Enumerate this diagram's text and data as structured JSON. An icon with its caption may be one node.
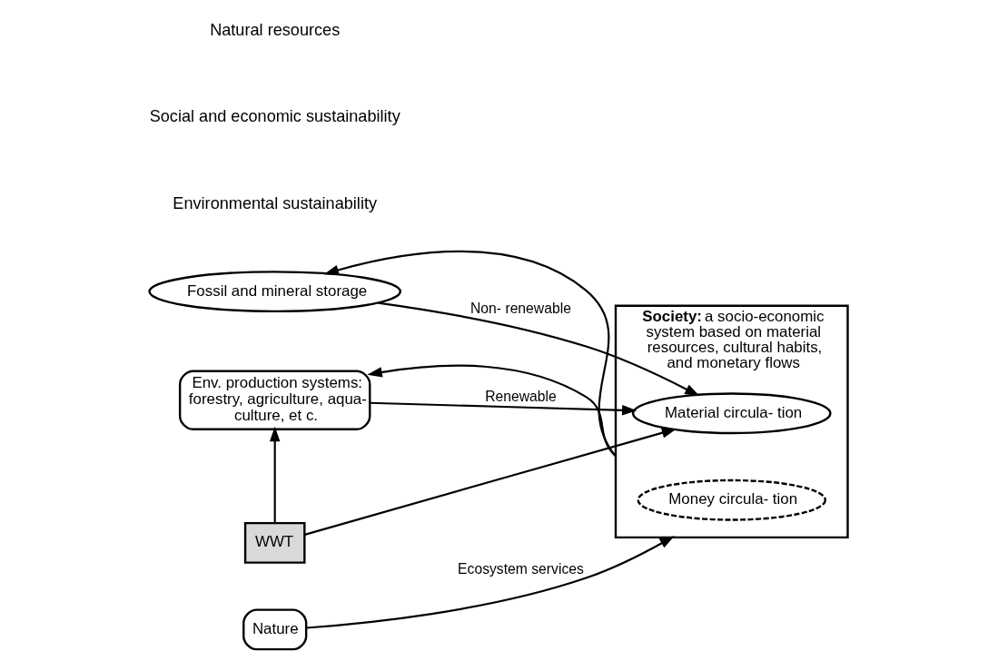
{
  "diagram": {
    "nodes": [
      {
        "text": [
          "**Society:** a socio-economic system based on material resources, cultural habits, and monetary flows"
        ]
      },
      {
        "text": [
          "Material circula- tion"
        ],
        "in": 0
      },
      {
        "text": [
          "Money circula- tion"
        ],
        "in": 0
      },
      {
        "text": [
          "Nature"
        ]
      },
      {
        "text": [
          "Fossil and mineral storage"
        ]
      },
      {
        "text": [
          "Env. production systems: forestry, agriculture, aqua- culture, et c."
        ]
      },
      {
        "text": [
          "WWT"
        ]
      }
    ],
    "edges": [
      {
        "from": 3,
        "to": 0,
        "arrow": "to",
        "label": "Ecosystem services"
      },
      {
        "from": 0,
        "to": 4,
        "arrow": "to"
      },
      {
        "from": 0,
        "to": 5,
        "arrow": "to"
      },
      {
        "from": 4,
        "to": 1,
        "arrow": "to",
        "label": "Non- renewable"
      },
      {
        "from": 5,
        "to": 1,
        "arrow": "to",
        "label": "Renewable"
      },
      {
        "from": 6,
        "to": 5,
        "arrow": "to"
      },
      {
        "from": 6,
        "to": 1,
        "arrow": "to"
      }
    ],
    "labels": [
      "Environmental sustainability",
      "Social and economic sustainability",
      "Natural resources"
    ]
  }
}
